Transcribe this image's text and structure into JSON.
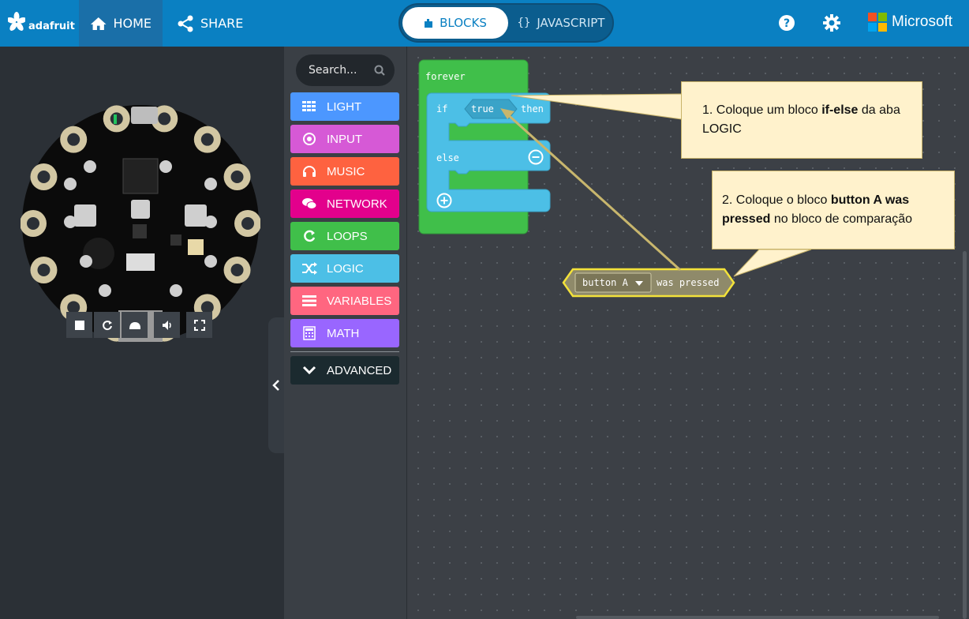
{
  "topbar": {
    "brand": "adafruit",
    "home_label": "HOME",
    "share_label": "SHARE",
    "blocks_label": "BLOCKS",
    "js_label": "JAVASCRIPT",
    "microsoft_label": "Microsoft"
  },
  "simulator": {
    "controls": [
      "stop-icon",
      "restart-icon",
      "slowmo-icon",
      "sound-icon",
      "fullscreen-icon"
    ]
  },
  "toolbox": {
    "search_placeholder": "Search...",
    "categories": [
      {
        "label": "LIGHT",
        "color": "#4c97ff",
        "icon": "grid-icon"
      },
      {
        "label": "INPUT",
        "color": "#d659d6",
        "icon": "target-icon"
      },
      {
        "label": "MUSIC",
        "color": "#fe6240",
        "icon": "headphones-icon"
      },
      {
        "label": "NETWORK",
        "color": "#e3008c",
        "icon": "chat-icon"
      },
      {
        "label": "LOOPS",
        "color": "#40bf4a",
        "icon": "loop-icon"
      },
      {
        "label": "LOGIC",
        "color": "#4cbfe6",
        "icon": "shuffle-icon"
      },
      {
        "label": "VARIABLES",
        "color": "#ff6680",
        "icon": "list-icon"
      },
      {
        "label": "MATH",
        "color": "#9966ff",
        "icon": "calculator-icon"
      }
    ],
    "advanced_label": "ADVANCED"
  },
  "workspace": {
    "forever_label": "forever",
    "if_label": "if",
    "true_label": "true",
    "then_label": "then",
    "else_label": "else",
    "button_dropdown": "button A",
    "was_pressed_label": "was pressed"
  },
  "callouts": {
    "one_prefix": "1. Coloque um bloco ",
    "one_bold": "if-else",
    "one_suffix": " da aba LOGIC",
    "two_prefix": "2. Coloque o bloco ",
    "two_bold": "button A was pressed",
    "two_suffix": " no bloco de comparação"
  }
}
